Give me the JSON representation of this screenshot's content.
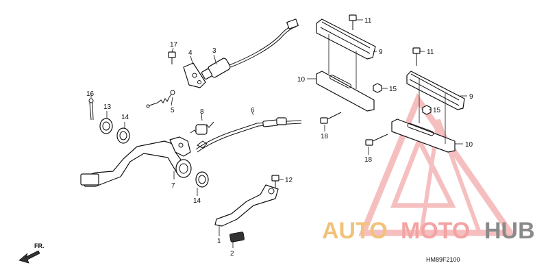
{
  "labels": {
    "l1": "1",
    "l2": "2",
    "l3": "3",
    "l4": "4",
    "l5": "5",
    "l6": "6",
    "l7": "7",
    "l8": "8",
    "l9a": "9",
    "l9b": "9",
    "l10a": "10",
    "l10b": "10",
    "l11a": "11",
    "l11b": "11",
    "l12": "12",
    "l13": "13",
    "l14a": "14",
    "l14b": "14",
    "l15a": "15",
    "l15b": "15",
    "l16": "16",
    "l17": "17",
    "l18a": "18",
    "l18b": "18"
  },
  "direction": "FR.",
  "diagram_code": "HM89F2100",
  "watermark": {
    "word1": "AUTO",
    "word2": "MOTO",
    "word3": "HUB",
    "color1": "#f2c27a",
    "color2": "#f4a3a3",
    "color3": "#8a8a8a",
    "logo_color": "#f08c8c"
  }
}
